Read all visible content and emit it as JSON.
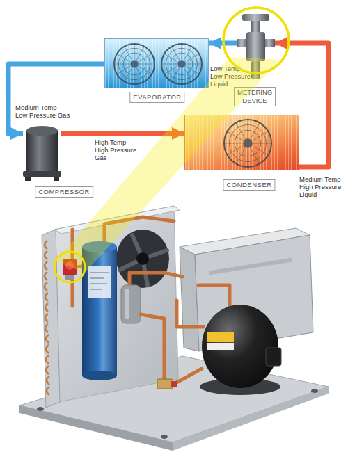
{
  "diagram": {
    "nodes": [
      {
        "text": [
          "EVAPORATOR"
        ]
      },
      {
        "text": [
          "METERING DEVICE"
        ]
      },
      {
        "text": [
          "COMPRESSOR"
        ]
      },
      {
        "text": [
          "CONDENSER"
        ]
      }
    ],
    "edges": [
      {
        "from": 1,
        "to": 0,
        "arrow": "to",
        "label": "Low Temp Low Pressure Liquid"
      },
      {
        "from": 0,
        "to": 2,
        "arrow": "to",
        "label": "Medium Temp Low Pressure Gas"
      },
      {
        "from": 2,
        "to": 3,
        "arrow": "to",
        "label": "High Temp High Pressure Gas"
      },
      {
        "from": 3,
        "to": 1,
        "arrow": "to",
        "label": "Medium Temp High Pressure Liquid"
      }
    ]
  }
}
